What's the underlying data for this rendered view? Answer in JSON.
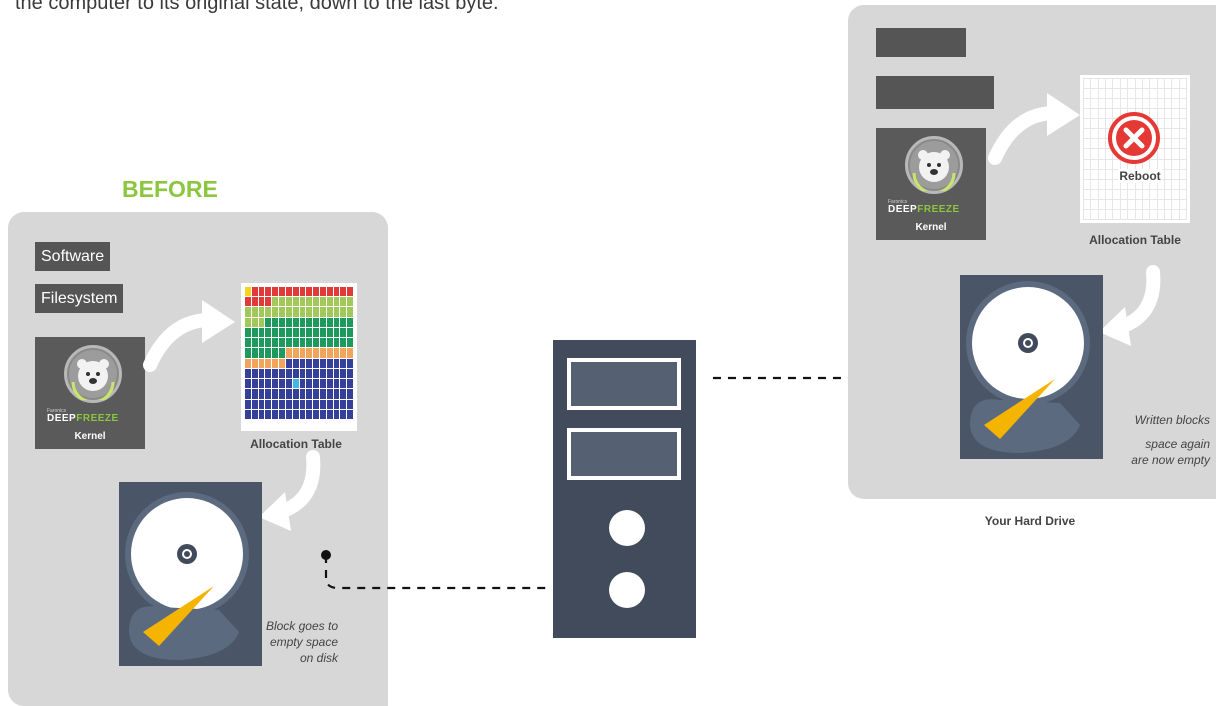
{
  "header": {
    "text": "the computer to its original state, down to the last byte."
  },
  "before": {
    "title": "BEFORE",
    "software_label": "Software",
    "filesystem_label": "Filesystem",
    "kernel": {
      "brand_small": "Faronics",
      "brand_deep": "DEEP",
      "brand_freeze": "FREEZE",
      "label": "Kernel"
    },
    "allocation_caption": "Allocation Table",
    "note_lines": [
      "Block goes to",
      "empty space",
      "on disk"
    ]
  },
  "after": {
    "kernel": {
      "brand_small": "Faronics",
      "brand_deep": "DEEP",
      "brand_freeze": "FREEZE",
      "label": "Kernel"
    },
    "reboot_label": "Reboot",
    "allocation_caption": "Allocation Table",
    "note_lines": [
      "Written blocks",
      "space again",
      "are now empty"
    ],
    "panel_caption": "Your Hard Drive"
  },
  "colors": {
    "accent_green": "#8cc63f",
    "panel_gray": "#d7d7d7",
    "dark_box": "#555555",
    "hdd": "#4a5568",
    "server": "#414b5c",
    "reboot_red": "#e53935"
  }
}
